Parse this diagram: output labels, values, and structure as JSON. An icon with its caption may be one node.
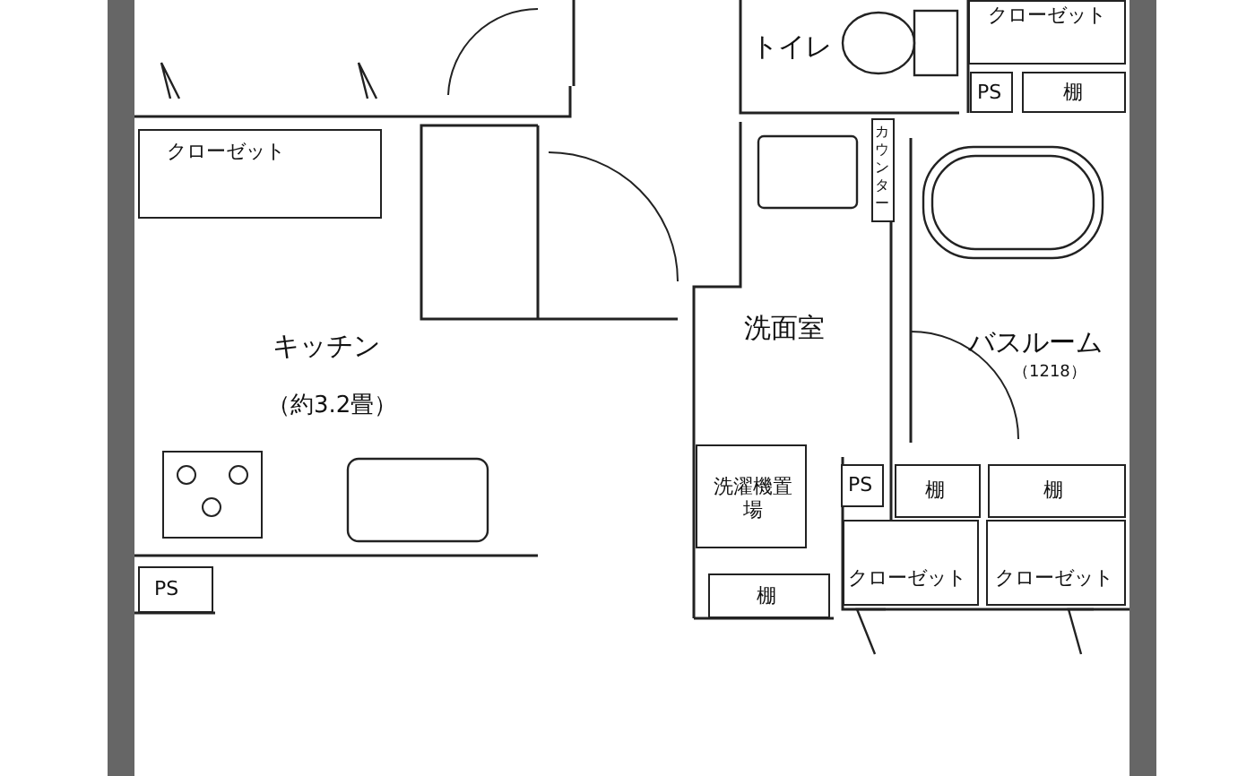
{
  "diagram": {
    "nodes": [
      {
        "text": [
          "トイレ"
        ]
      },
      {
        "text": [
          "クローゼット"
        ]
      },
      {
        "text": [
          "PS"
        ]
      },
      {
        "text": [
          "棚"
        ]
      },
      {
        "text": [
          "クローゼット"
        ]
      },
      {
        "text": [
          "カウンター"
        ]
      },
      {
        "text": [
          "洗面室"
        ]
      },
      {
        "text": [
          "キッチン",
          "（約3.2畳）"
        ]
      },
      {
        "text": [
          "バスルーム",
          "（1218）"
        ]
      },
      {
        "text": [
          "PS"
        ]
      },
      {
        "text": [
          "棚"
        ]
      },
      {
        "text": [
          "棚"
        ]
      },
      {
        "text": [
          "洗濯機置場"
        ],
        "in": 6
      },
      {
        "text": [
          "クローゼット"
        ]
      },
      {
        "text": [
          "クローゼット"
        ]
      },
      {
        "text": [
          "棚"
        ]
      },
      {
        "text": [
          "PS"
        ]
      }
    ],
    "edges": []
  }
}
